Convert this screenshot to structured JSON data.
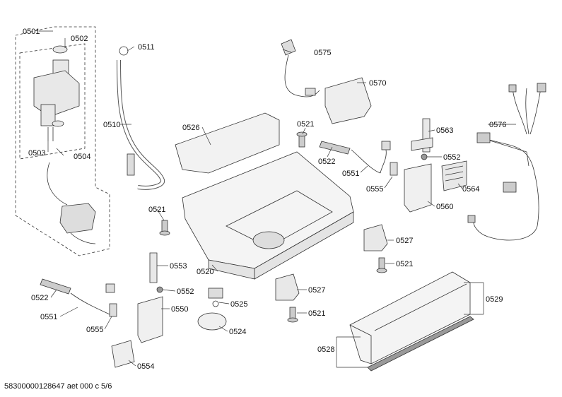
{
  "footer": "58300000128647 aet 000 c 5/6",
  "labels": {
    "l0501": "0501",
    "l0502": "0502",
    "l0503": "0503",
    "l0504": "0504",
    "l0510": "0510",
    "l0511": "0511",
    "l0526": "0526",
    "l0575": "0575",
    "l0570": "0570",
    "l0521a": "0521",
    "l0522a": "0522",
    "l0551a": "0551",
    "l0555a": "0555",
    "l0563": "0563",
    "l0552a": "0552",
    "l0564": "0564",
    "l0560": "0560",
    "l0576": "0576",
    "l0521b": "0521",
    "l0520": "0520",
    "l0553": "0553",
    "l0552b": "0552",
    "l0527a": "0527",
    "l0521c": "0521",
    "l0527b": "0527",
    "l0521d": "0521",
    "l0525": "0525",
    "l0550": "0550",
    "l0522b": "0522",
    "l0551b": "0551",
    "l0555b": "0555",
    "l0524": "0524",
    "l0554": "0554",
    "l0529": "0529",
    "l0528": "0528"
  }
}
